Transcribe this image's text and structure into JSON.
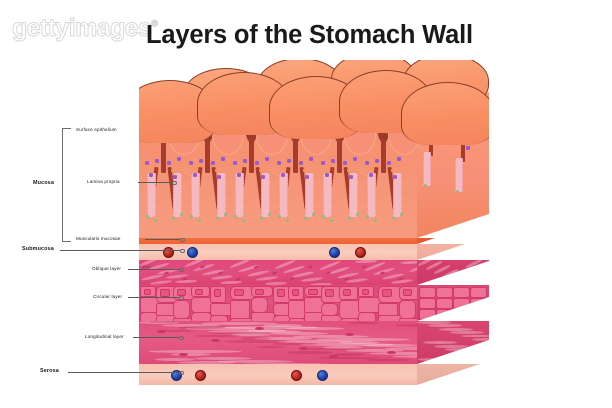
{
  "watermark": {
    "text": "gettyimages",
    "registered": "®"
  },
  "title": "Layers of the Stomach Wall",
  "labels": {
    "mucosa": "Mucosa",
    "surface_epithelium": "Surface epithelium",
    "lamina_propria": "Lamina propria",
    "muscularis_mucosae": "Muscularis mucosae",
    "submucosa": "Submucosa",
    "oblique_layer": "Oblique layer",
    "circular_layer": "Circular layer",
    "longitudinal_layer": "Longitudinal layer",
    "serosa": "Serosa"
  },
  "diagram": {
    "type": "anatomical-cross-section",
    "subject": "stomach wall",
    "layers": [
      {
        "name": "Mucosa",
        "group": true,
        "sublayers": [
          "Surface epithelium",
          "Lamina propria",
          "Muscularis mucosae"
        ],
        "color": "#f69375"
      },
      {
        "name": "Surface epithelium",
        "color": "#f98e63"
      },
      {
        "name": "Lamina propria",
        "color": "#f79077"
      },
      {
        "name": "Muscularis mucosae",
        "color": "#f4703e"
      },
      {
        "name": "Submucosa",
        "color": "#f9cdbe"
      },
      {
        "name": "Oblique layer",
        "color": "#e04e7e"
      },
      {
        "name": "Circular layer",
        "color": "#e3527f"
      },
      {
        "name": "Longitudinal layer",
        "color": "#e55a84"
      },
      {
        "name": "Serosa",
        "color": "#f9cbbc"
      }
    ],
    "cell_markers": [
      {
        "name": "parietal-cell",
        "color": "#9b59c9"
      },
      {
        "name": "chief-cell",
        "color": "#8cbd7d"
      },
      {
        "name": "mucous-neck-cell",
        "color": "#ef9a56"
      }
    ],
    "vessels": [
      {
        "name": "artery",
        "color": "#b3231c"
      },
      {
        "name": "vein",
        "color": "#1c3ea8"
      }
    ]
  },
  "colors": {
    "background": "#ffffff",
    "title_text": "#1a1a1a",
    "label_text": "#1a1a1a",
    "leader_line": "#5a5a5a",
    "watermark": "#d8d8d8"
  }
}
